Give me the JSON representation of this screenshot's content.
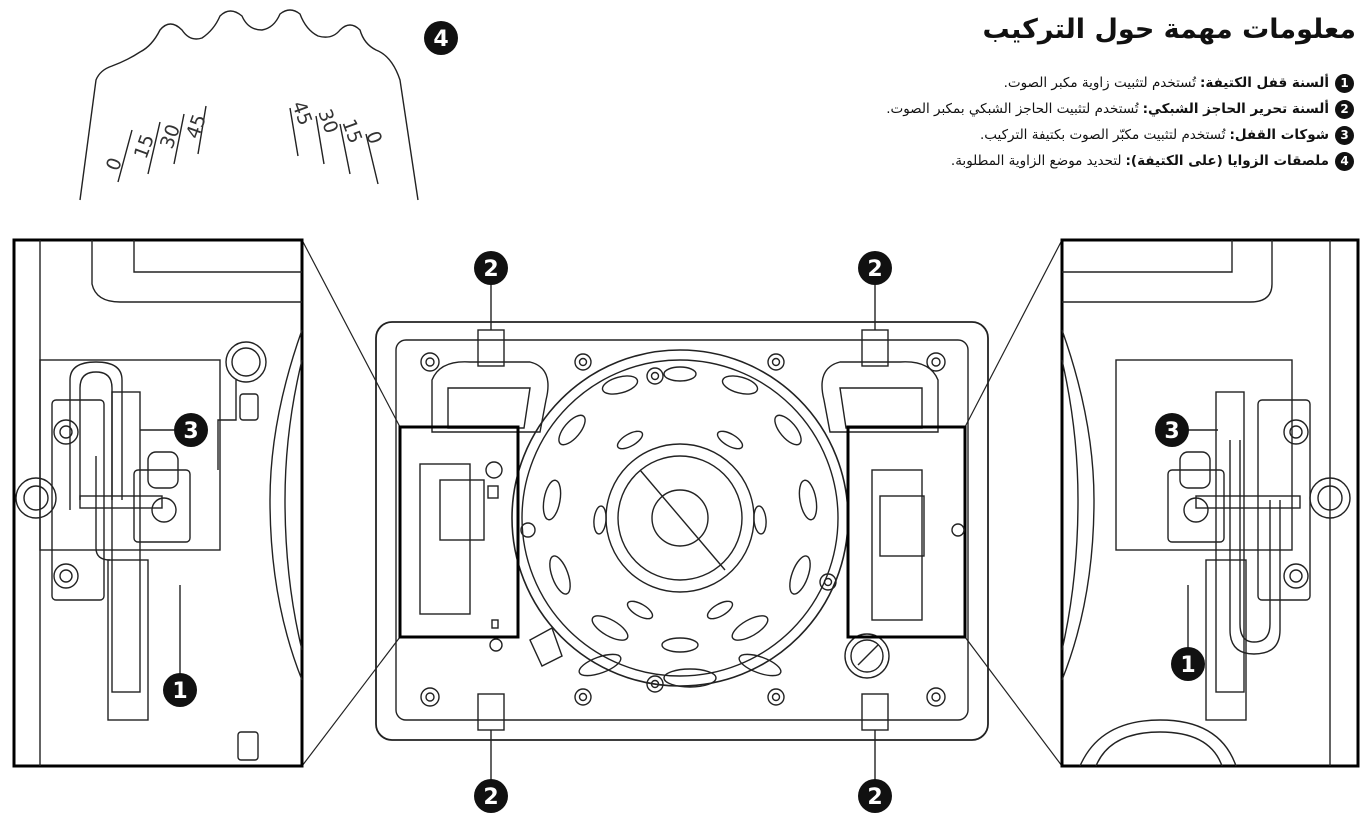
{
  "title": "معلومات مهمة حول التركيب",
  "legend": [
    {
      "num": "1",
      "term": "ألسنة قفل الكتيفة:",
      "desc": "تُستخدم لتثبيت زاوية مكبر الصوت."
    },
    {
      "num": "2",
      "term": "ألسنة تحرير الحاجز الشبكي:",
      "desc": "تُستخدم لتثبيت الحاجز الشبكي بمكبر الصوت."
    },
    {
      "num": "3",
      "term": "شوكات القفل:",
      "desc": "تُستخدم لتثبيت مكبّر الصوت بكتيفة التركيب."
    },
    {
      "num": "4",
      "term": "ملصقات الزوايا (على الكتيفة):",
      "desc": "لتحديد موضع الزاوية المطلوبة."
    }
  ],
  "angle_marks_left": [
    "0",
    "15",
    "30",
    "45"
  ],
  "angle_marks_right": [
    "45",
    "30",
    "15",
    "0"
  ],
  "callouts": {
    "c1": "1",
    "c2": "2",
    "c3": "3",
    "c4": "4"
  },
  "colors": {
    "line": "#222222",
    "badge": "#111111",
    "background": "#ffffff"
  }
}
